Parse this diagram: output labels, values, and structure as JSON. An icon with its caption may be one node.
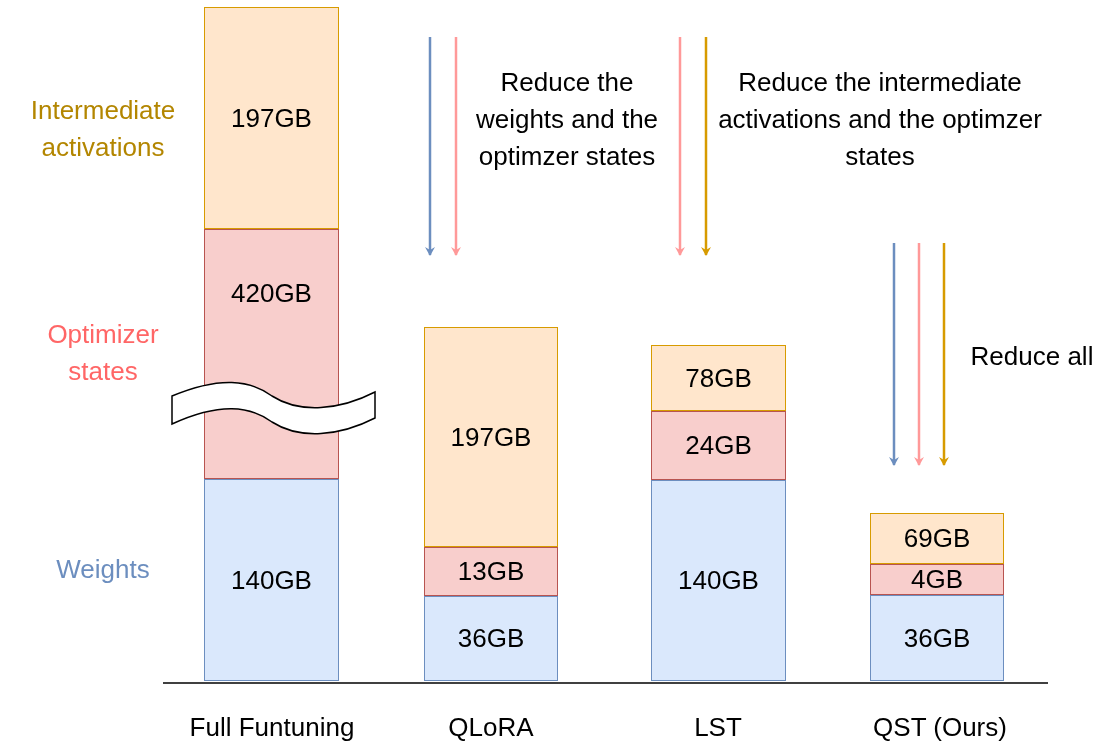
{
  "diagram": {
    "nodes": [
      {
        "text": [
          "197GB"
        ]
      },
      {
        "text": [
          "420GB"
        ]
      },
      {
        "text": [
          "140GB"
        ]
      },
      {
        "text": [
          "197GB"
        ]
      },
      {
        "text": [
          "13GB"
        ]
      },
      {
        "text": [
          "36GB"
        ]
      },
      {
        "text": [
          "78GB"
        ]
      },
      {
        "text": [
          "24GB"
        ]
      },
      {
        "text": [
          "140GB"
        ]
      },
      {
        "text": [
          "69GB"
        ]
      },
      {
        "text": [
          "4GB"
        ]
      },
      {
        "text": [
          "36GB"
        ]
      },
      {
        "text": [],
        "shape": "band"
      }
    ],
    "labels": [
      "Intermediate activations",
      "Optimizer states",
      "Weights",
      "Reduce the weights and the optimzer states",
      "Reduce the intermediate activations and the optimzer states",
      "Reduce all",
      "Full Funtuning",
      "QLoRA",
      "LST",
      "QST (Ours)"
    ]
  }
}
